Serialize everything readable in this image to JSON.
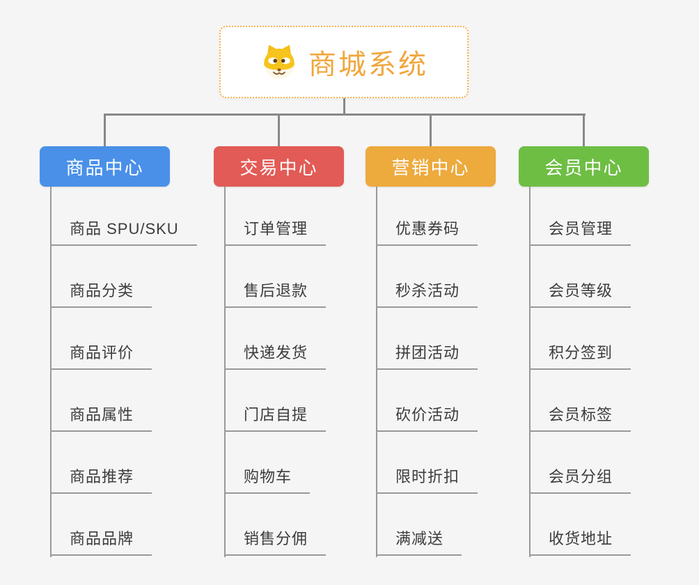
{
  "canvas": {
    "background": "#f5f5f5",
    "connector_color": "#888888",
    "leaf_line_color": "#999999",
    "leaf_text_color": "#3c3c3c"
  },
  "root": {
    "title": "商城系统",
    "icon": "dog-face-icon",
    "title_color": "#f0a73e",
    "border_color": "#f6b24b"
  },
  "branches": [
    {
      "label": "商品中心",
      "color": "#4a90e8",
      "items": [
        "商品 SPU/SKU",
        "商品分类",
        "商品评价",
        "商品属性",
        "商品推荐",
        "商品品牌"
      ]
    },
    {
      "label": "交易中心",
      "color": "#e25b56",
      "items": [
        "订单管理",
        "售后退款",
        "快递发货",
        "门店自提",
        "购物车",
        "销售分佣"
      ]
    },
    {
      "label": "营销中心",
      "color": "#edaa3d",
      "items": [
        "优惠券码",
        "秒杀活动",
        "拼团活动",
        "砍价活动",
        "限时折扣",
        "满减送"
      ]
    },
    {
      "label": "会员中心",
      "color": "#6ebe44",
      "items": [
        "会员管理",
        "会员等级",
        "积分签到",
        "会员标签",
        "会员分组",
        "收货地址"
      ]
    }
  ]
}
